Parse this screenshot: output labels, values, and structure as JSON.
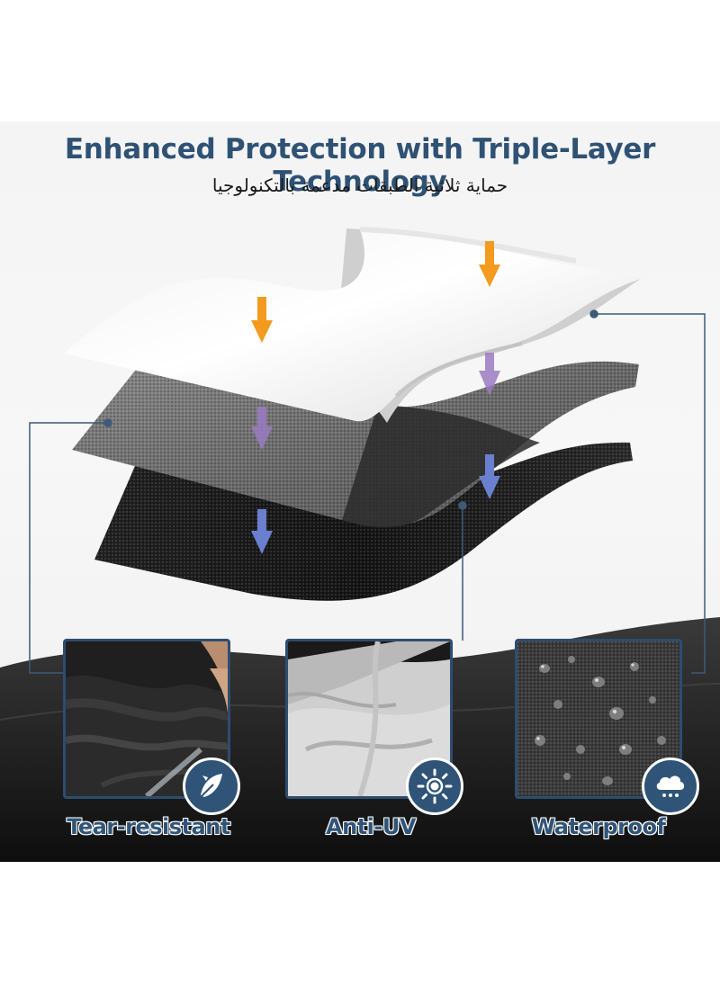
{
  "header": {
    "title": "Enhanced Protection with Triple-Layer Technology",
    "subtitle": "حماية ثلاثية الطبقات مدعمة بالتكنولوجيا"
  },
  "features": [
    {
      "label": "Tear-resistant",
      "icon": "leaf-shield-icon"
    },
    {
      "label": "Anti-UV",
      "icon": "sun-icon"
    },
    {
      "label": "Waterproof",
      "icon": "rain-cloud-icon"
    }
  ],
  "colors": {
    "accent": "#2f5478",
    "connector": "#3e5a78",
    "arrow_top": "#f39a1f",
    "arrow_middle": "#9b7bc4",
    "arrow_bottom": "#6a7fd0"
  }
}
